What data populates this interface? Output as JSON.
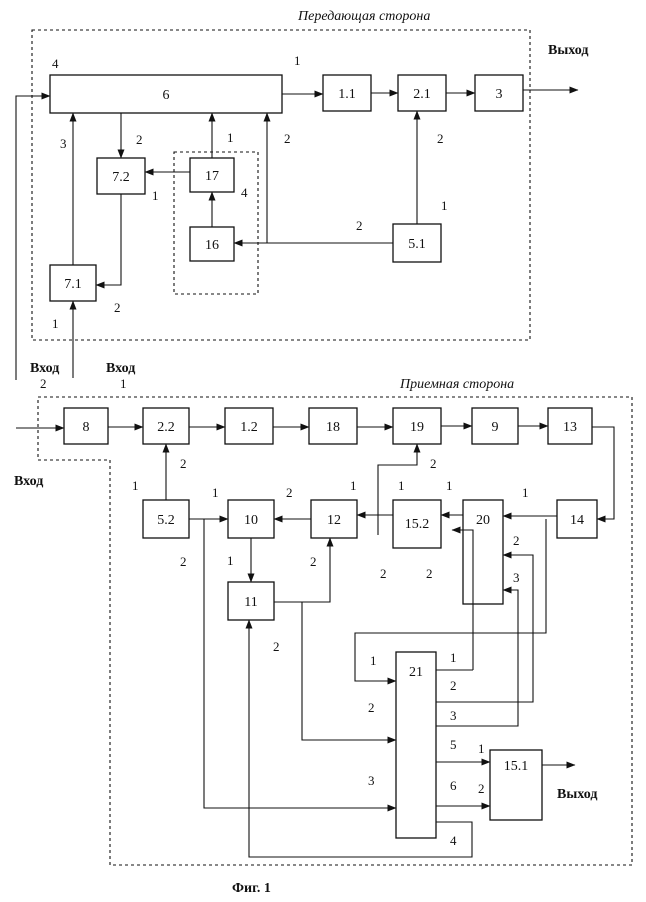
{
  "sections": {
    "transmit": "Передающая сторона",
    "receive": "Приемная сторона"
  },
  "captions": {
    "tx_output": "Выход",
    "tx_input_2": "Вход",
    "tx_input_2_num": "2",
    "tx_input_1": "Вход",
    "tx_input_1_num": "1",
    "rx_input": "Вход",
    "rx_output": "Выход",
    "figure": "Фиг. 1"
  },
  "blocks": {
    "b6": "6",
    "b1_1": "1.1",
    "b2_1": "2.1",
    "b3": "3",
    "b7_2": "7.2",
    "b17": "17",
    "b16": "16",
    "b5_1": "5.1",
    "b7_1": "7.1",
    "b8": "8",
    "b2_2": "2.2",
    "b1_2": "1.2",
    "b18": "18",
    "b19": "19",
    "b9": "9",
    "b13": "13",
    "b5_2": "5.2",
    "b10": "10",
    "b12": "12",
    "b15_2": "15.2",
    "b20": "20",
    "b14": "14",
    "b11": "11",
    "b21": "21",
    "b15_1": "15.1"
  },
  "ports": {
    "t_4a": "4",
    "t_1a": "1",
    "t_3": "3",
    "t_2a": "2",
    "t_1b": "1",
    "t_2b": "2",
    "t_1c": "1",
    "t_4b": "4",
    "t_2c": "2",
    "t_2d": "2",
    "t_1d": "1",
    "t_2e": "2",
    "t_1e": "1",
    "r_2a": "2",
    "r_1a": "1",
    "r_1b": "1",
    "r_2b": "2",
    "r_1c": "1",
    "r_1d": "1",
    "r_1e": "1",
    "r_1f": "1",
    "r_2c": "2",
    "r_2d": "2",
    "r_1g": "1",
    "r_2e": "2",
    "r_2f": "2",
    "r_2g": "2",
    "r_3a": "3",
    "r_2h": "2",
    "r_1h": "1",
    "r_1i": "1",
    "r_2i": "2",
    "r_2j": "2",
    "r_3b": "3",
    "r_5": "5",
    "r_1j": "1",
    "r_3c": "3",
    "r_6": "6",
    "r_2k": "2",
    "r_4": "4"
  }
}
